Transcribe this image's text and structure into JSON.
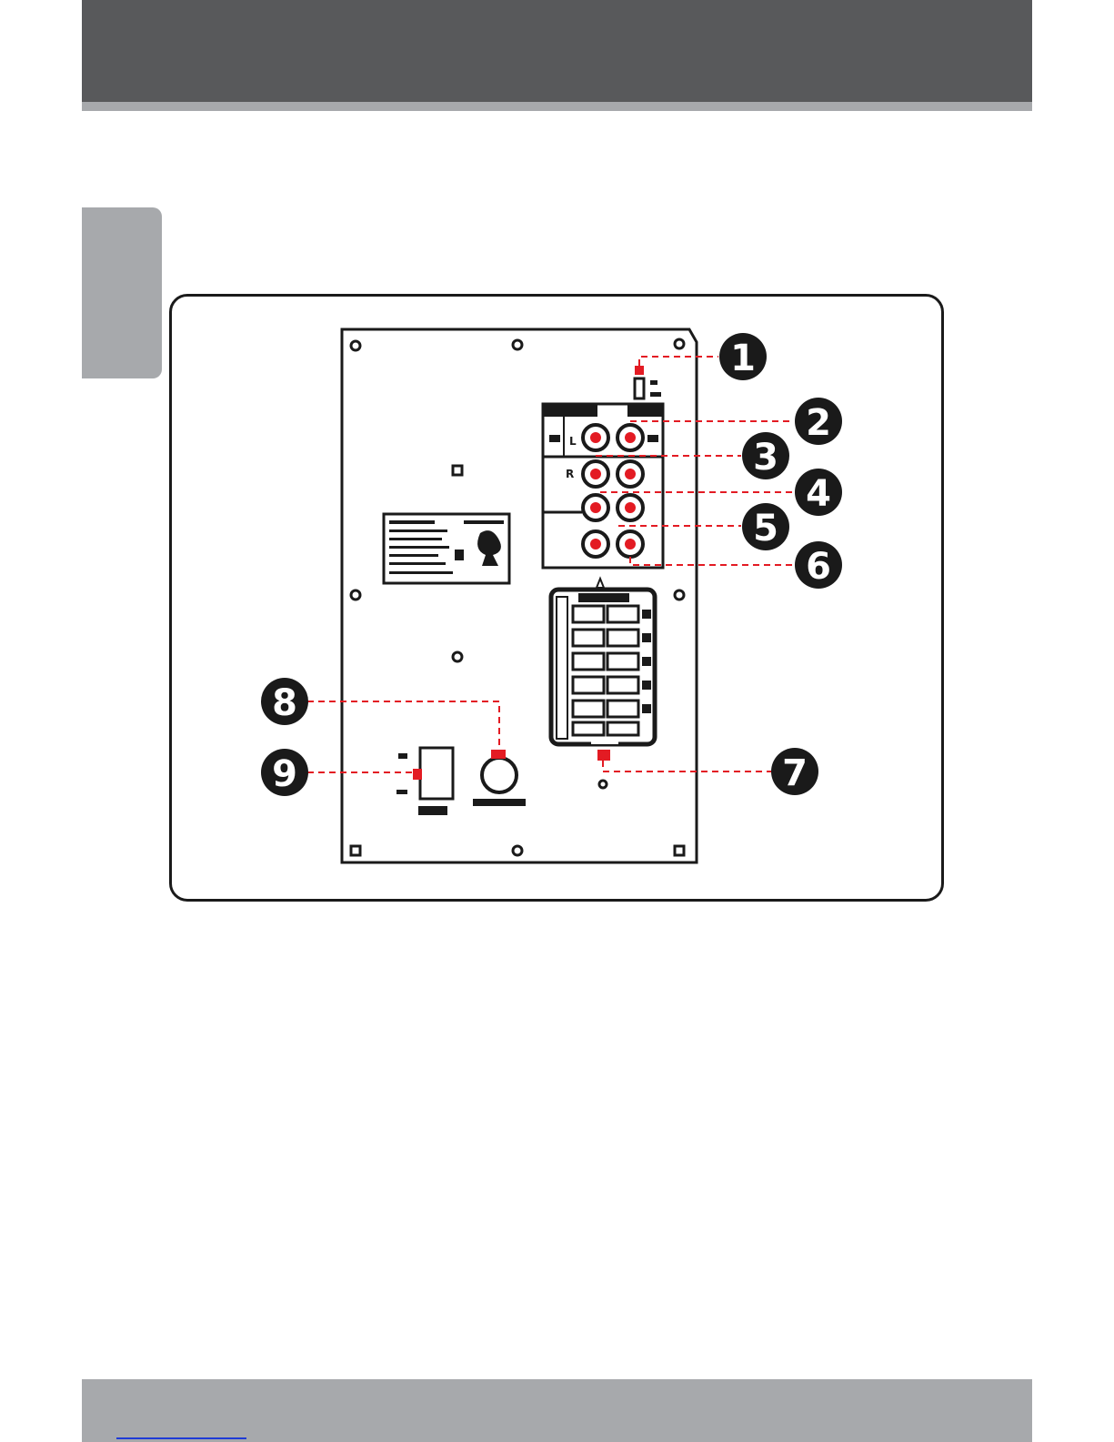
{
  "colors": {
    "header": "#58595b",
    "rule": "#a7a9ac",
    "tab": "#a7a9ac",
    "footer": "#a7a9ac",
    "leader": "#e31b23",
    "outline": "#1a1a1a",
    "link": "#1f3bd6"
  },
  "diagram": {
    "callouts": [
      {
        "id": "1",
        "label": "1"
      },
      {
        "id": "2",
        "label": "2"
      },
      {
        "id": "3",
        "label": "3"
      },
      {
        "id": "4",
        "label": "4"
      },
      {
        "id": "5",
        "label": "5"
      },
      {
        "id": "6",
        "label": "6"
      },
      {
        "id": "7",
        "label": "7"
      },
      {
        "id": "8",
        "label": "8"
      },
      {
        "id": "9",
        "label": "9"
      }
    ],
    "jack_side_labels": {
      "left": "L",
      "right": "R"
    }
  }
}
